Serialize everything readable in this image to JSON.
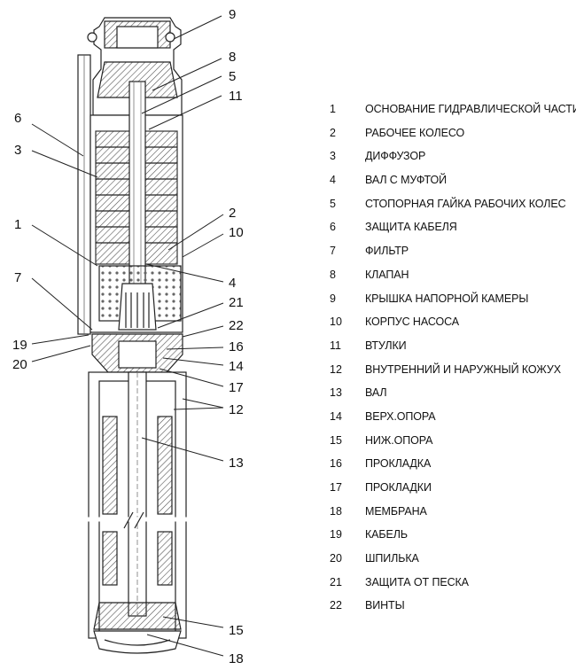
{
  "callouts": [
    {
      "num": "9"
    },
    {
      "num": "8"
    },
    {
      "num": "5"
    },
    {
      "num": "11"
    },
    {
      "num": "6"
    },
    {
      "num": "3"
    },
    {
      "num": "2"
    },
    {
      "num": "10"
    },
    {
      "num": "1"
    },
    {
      "num": "4"
    },
    {
      "num": "7"
    },
    {
      "num": "21"
    },
    {
      "num": "22"
    },
    {
      "num": "19"
    },
    {
      "num": "16"
    },
    {
      "num": "20"
    },
    {
      "num": "14"
    },
    {
      "num": "17"
    },
    {
      "num": "12"
    },
    {
      "num": "13"
    },
    {
      "num": "15"
    },
    {
      "num": "18"
    }
  ],
  "legend": [
    {
      "num": "1",
      "text": "ОСНОВАНИЕ ГИДРАВЛИЧЕСКОЙ ЧАСТИ"
    },
    {
      "num": "2",
      "text": "РАБОЧЕЕ КОЛЕСО"
    },
    {
      "num": "3",
      "text": "ДИФФУЗОР"
    },
    {
      "num": "4",
      "text": "ВАЛ С МУФТОЙ"
    },
    {
      "num": "5",
      "text": "СТОПОРНАЯ ГАЙКА РАБОЧИХ КОЛЕС"
    },
    {
      "num": "6",
      "text": "ЗАЩИТА КАБЕЛЯ"
    },
    {
      "num": "7",
      "text": "ФИЛЬТР"
    },
    {
      "num": "8",
      "text": "КЛАПАН"
    },
    {
      "num": "9",
      "text": "КРЫШКА НАПОРНОЙ КАМЕРЫ"
    },
    {
      "num": "10",
      "text": "КОРПУС НАСОСА"
    },
    {
      "num": "11",
      "text": "ВТУЛКИ"
    },
    {
      "num": "12",
      "text": "ВНУТРЕННИЙ И НАРУЖНЫЙ КОЖУХ"
    },
    {
      "num": "13",
      "text": "ВАЛ"
    },
    {
      "num": "14",
      "text": "ВЕРХ.ОПОРА"
    },
    {
      "num": "15",
      "text": "НИЖ.ОПОРА"
    },
    {
      "num": "16",
      "text": "ПРОКЛАДКА"
    },
    {
      "num": "17",
      "text": "ПРОКЛАДКИ"
    },
    {
      "num": "18",
      "text": "МЕМБРАНА"
    },
    {
      "num": "19",
      "text": "КАБЕЛЬ"
    },
    {
      "num": "20",
      "text": "ШПИЛЬКА"
    },
    {
      "num": "21",
      "text": "ЗАЩИТА ОТ ПЕСКА"
    },
    {
      "num": "22",
      "text": "ВИНТЫ"
    }
  ]
}
